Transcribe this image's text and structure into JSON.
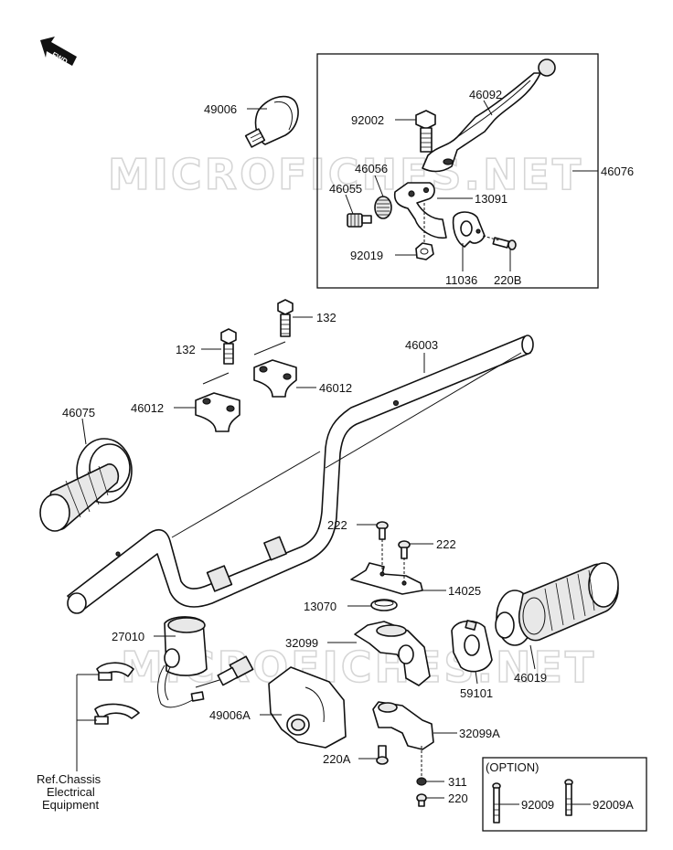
{
  "watermark": "MICROFICHES.NET",
  "fwd_label": "FWD",
  "labels": {
    "p49006": "49006",
    "p46092": "46092",
    "p92002": "92002",
    "p46056": "46056",
    "p46055": "46055",
    "p13091": "13091",
    "p46076": "46076",
    "p92019": "92019",
    "p11036": "11036",
    "p220B": "220B",
    "p132a": "132",
    "p132b": "132",
    "p46003": "46003",
    "p46012a": "46012",
    "p46012b": "46012",
    "p46075": "46075",
    "p222a": "222",
    "p222b": "222",
    "p14025": "14025",
    "p13070": "13070",
    "p27010": "27010",
    "p32099": "32099",
    "p46019": "46019",
    "p59101": "59101",
    "p49006A": "49006A",
    "p32099A": "32099A",
    "p220A": "220A",
    "p311": "311",
    "p220": "220",
    "ref_line1": "Ref.Chassis",
    "ref_line2": "Electrical",
    "ref_line3": "Equipment",
    "option_title": "(OPTION)",
    "p92009": "92009",
    "p92009A": "92009A"
  }
}
